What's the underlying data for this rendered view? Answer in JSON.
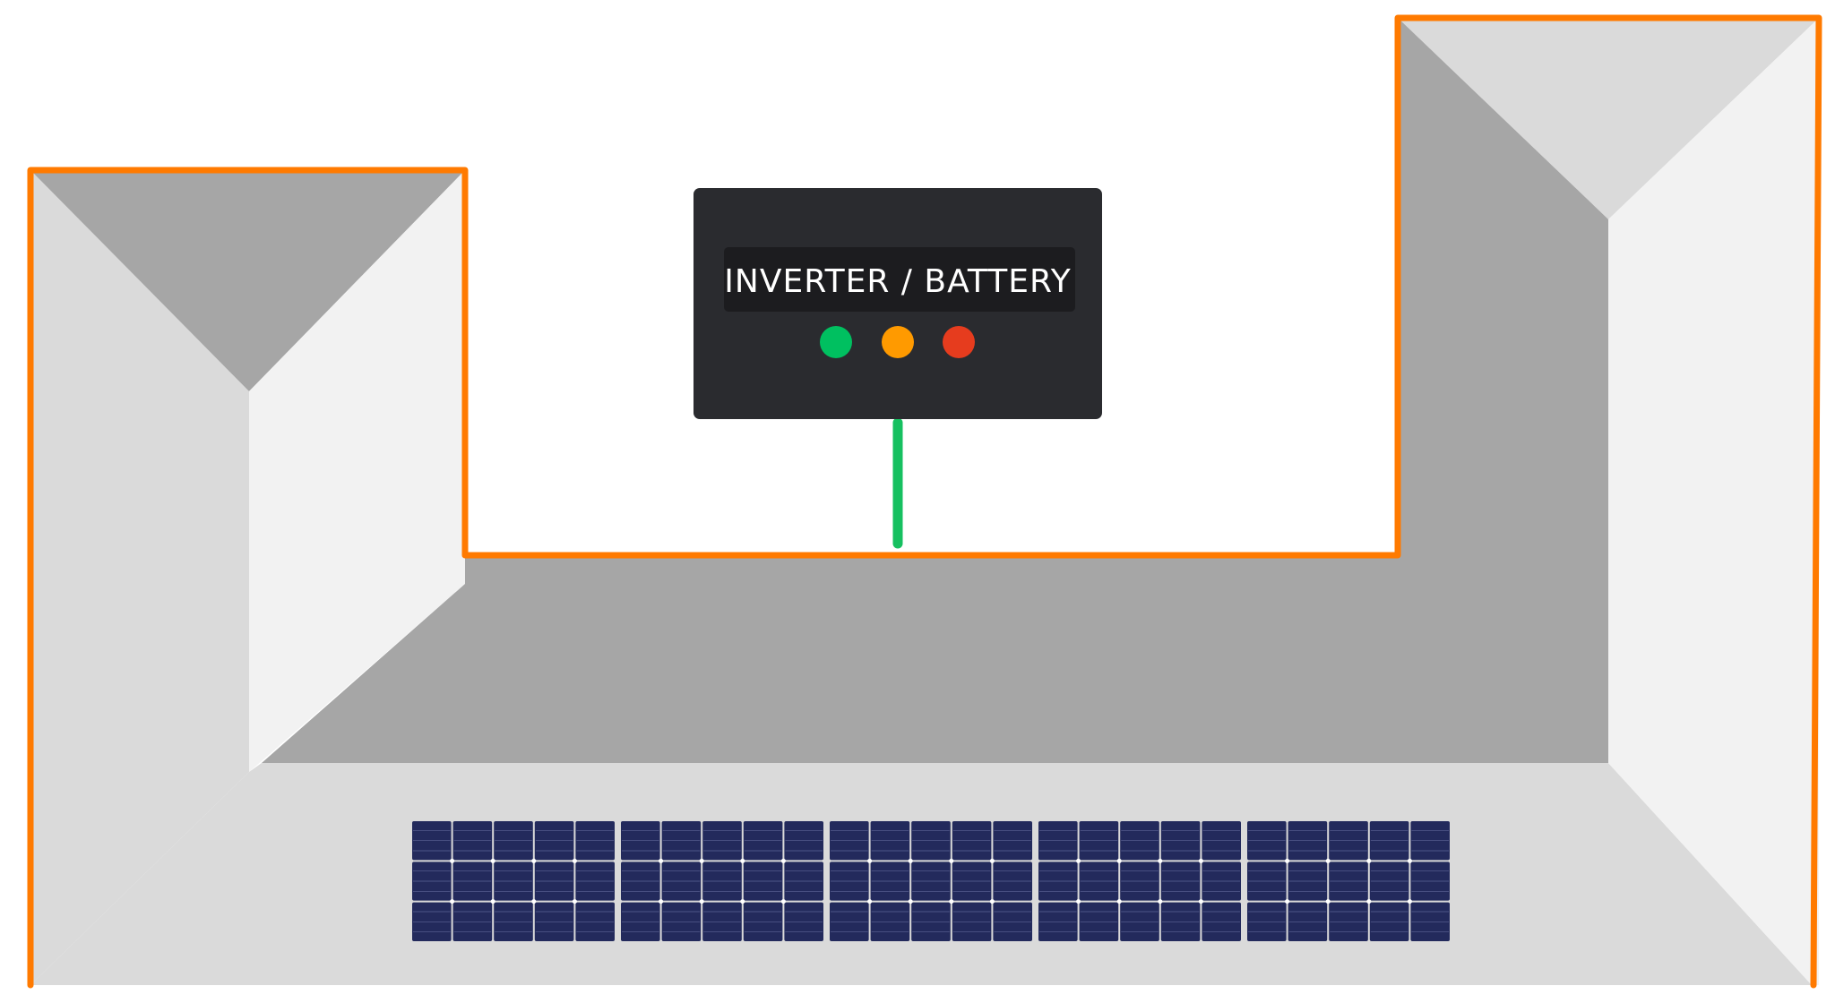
{
  "inverter": {
    "label": "INVERTER / BATTERY",
    "indicators": [
      {
        "name": "green-indicator",
        "color": "#00c060"
      },
      {
        "name": "orange-indicator",
        "color": "#ff9a00"
      },
      {
        "name": "red-indicator",
        "color": "#e63c1e"
      }
    ]
  },
  "colors": {
    "outline": "#ff7a00",
    "cable": "#16c060",
    "inverter_body": "#2a2b2f",
    "inverter_label_bg": "#1c1c1f",
    "roof_light": "#f2f2f2",
    "roof_mid": "#dadada",
    "roof_dark": "#a6a6a6",
    "panel": "#232a5c",
    "panel_grid": "#8e96c8"
  },
  "solar_array": {
    "panel_count": 5,
    "cell_columns": 5,
    "cell_rows": 3
  }
}
